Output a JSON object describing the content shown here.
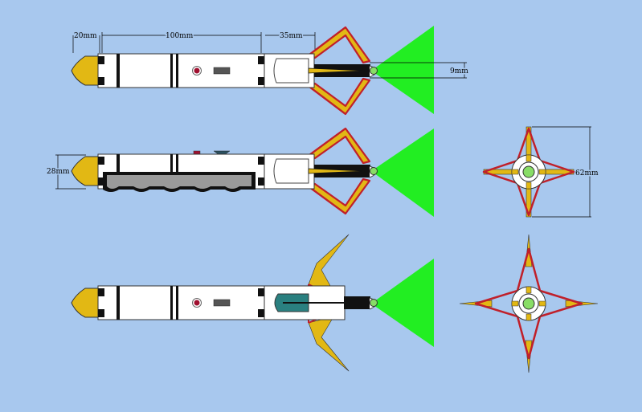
{
  "dimensions": {
    "cap_length": "20mm",
    "body_length": "100mm",
    "emitter_length": "35mm",
    "tip_diameter": "9mm",
    "body_diameter": "28mm",
    "span_width": "62mm"
  },
  "views": [
    "side-view-closed",
    "side-view-closed-rotated",
    "side-view-open",
    "end-view-closed",
    "end-view-open"
  ],
  "colors": {
    "background": "#a8c8ee",
    "body": "#ffffff",
    "cap": "#e2b814",
    "claw_outline": "#c0202a",
    "beam": "#22ee22",
    "grip": "#9a9a9a",
    "teal_panel": "#2a8080",
    "lens": "#88dd66"
  }
}
